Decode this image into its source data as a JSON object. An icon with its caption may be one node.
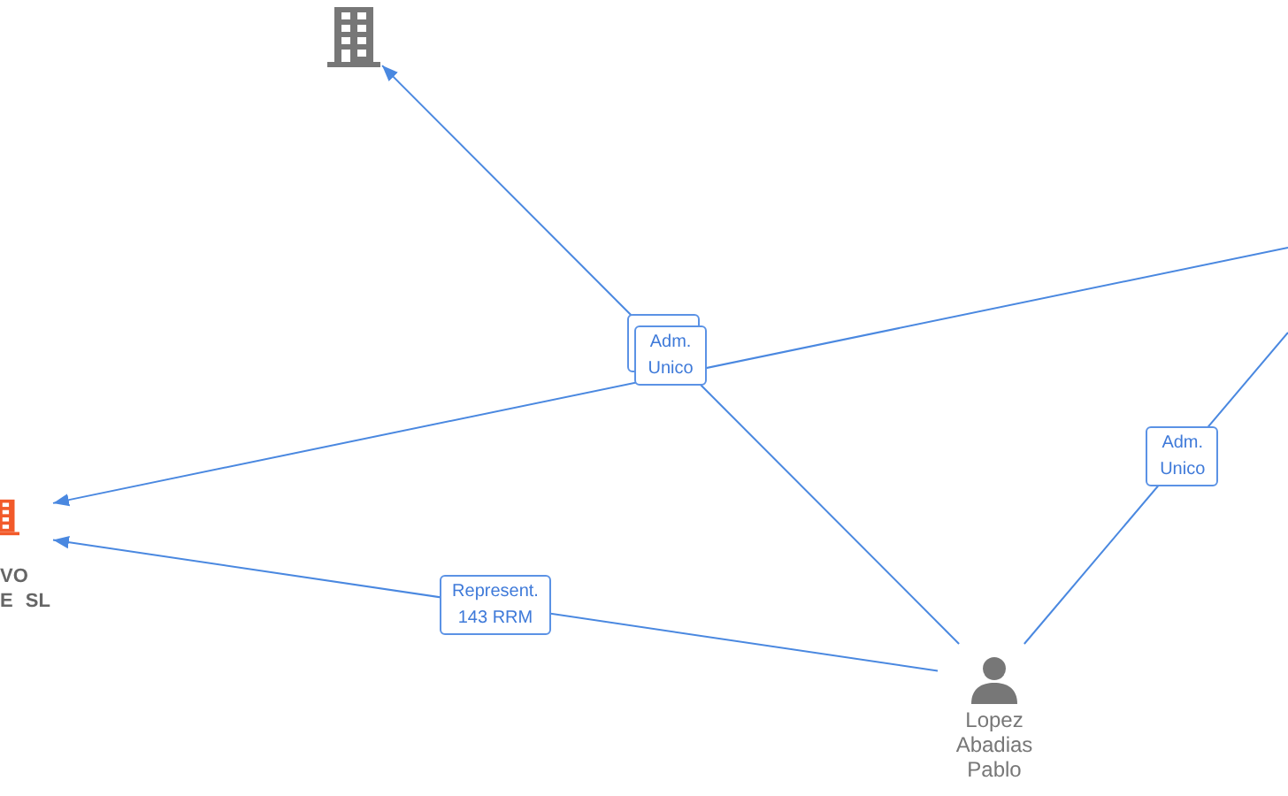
{
  "diagram": {
    "nodes": [
      {
        "text": [],
        "shape": "building"
      },
      {
        "text": [
          "VO E SL"
        ]
      },
      {
        "text": [
          "Lopez Abadias Pablo"
        ]
      }
    ],
    "edges": [
      {
        "from": 2,
        "to": 0,
        "arrow": "to",
        "label": "Adm. Unico"
      },
      {
        "from": null,
        "to": 1,
        "arrow": "to"
      },
      {
        "from": 2,
        "to": 1,
        "arrow": "to",
        "label": "Represent. 143 RRM"
      },
      {
        "from": 2,
        "to": null,
        "arrow": "none",
        "label": "Adm. Unico"
      }
    ]
  }
}
